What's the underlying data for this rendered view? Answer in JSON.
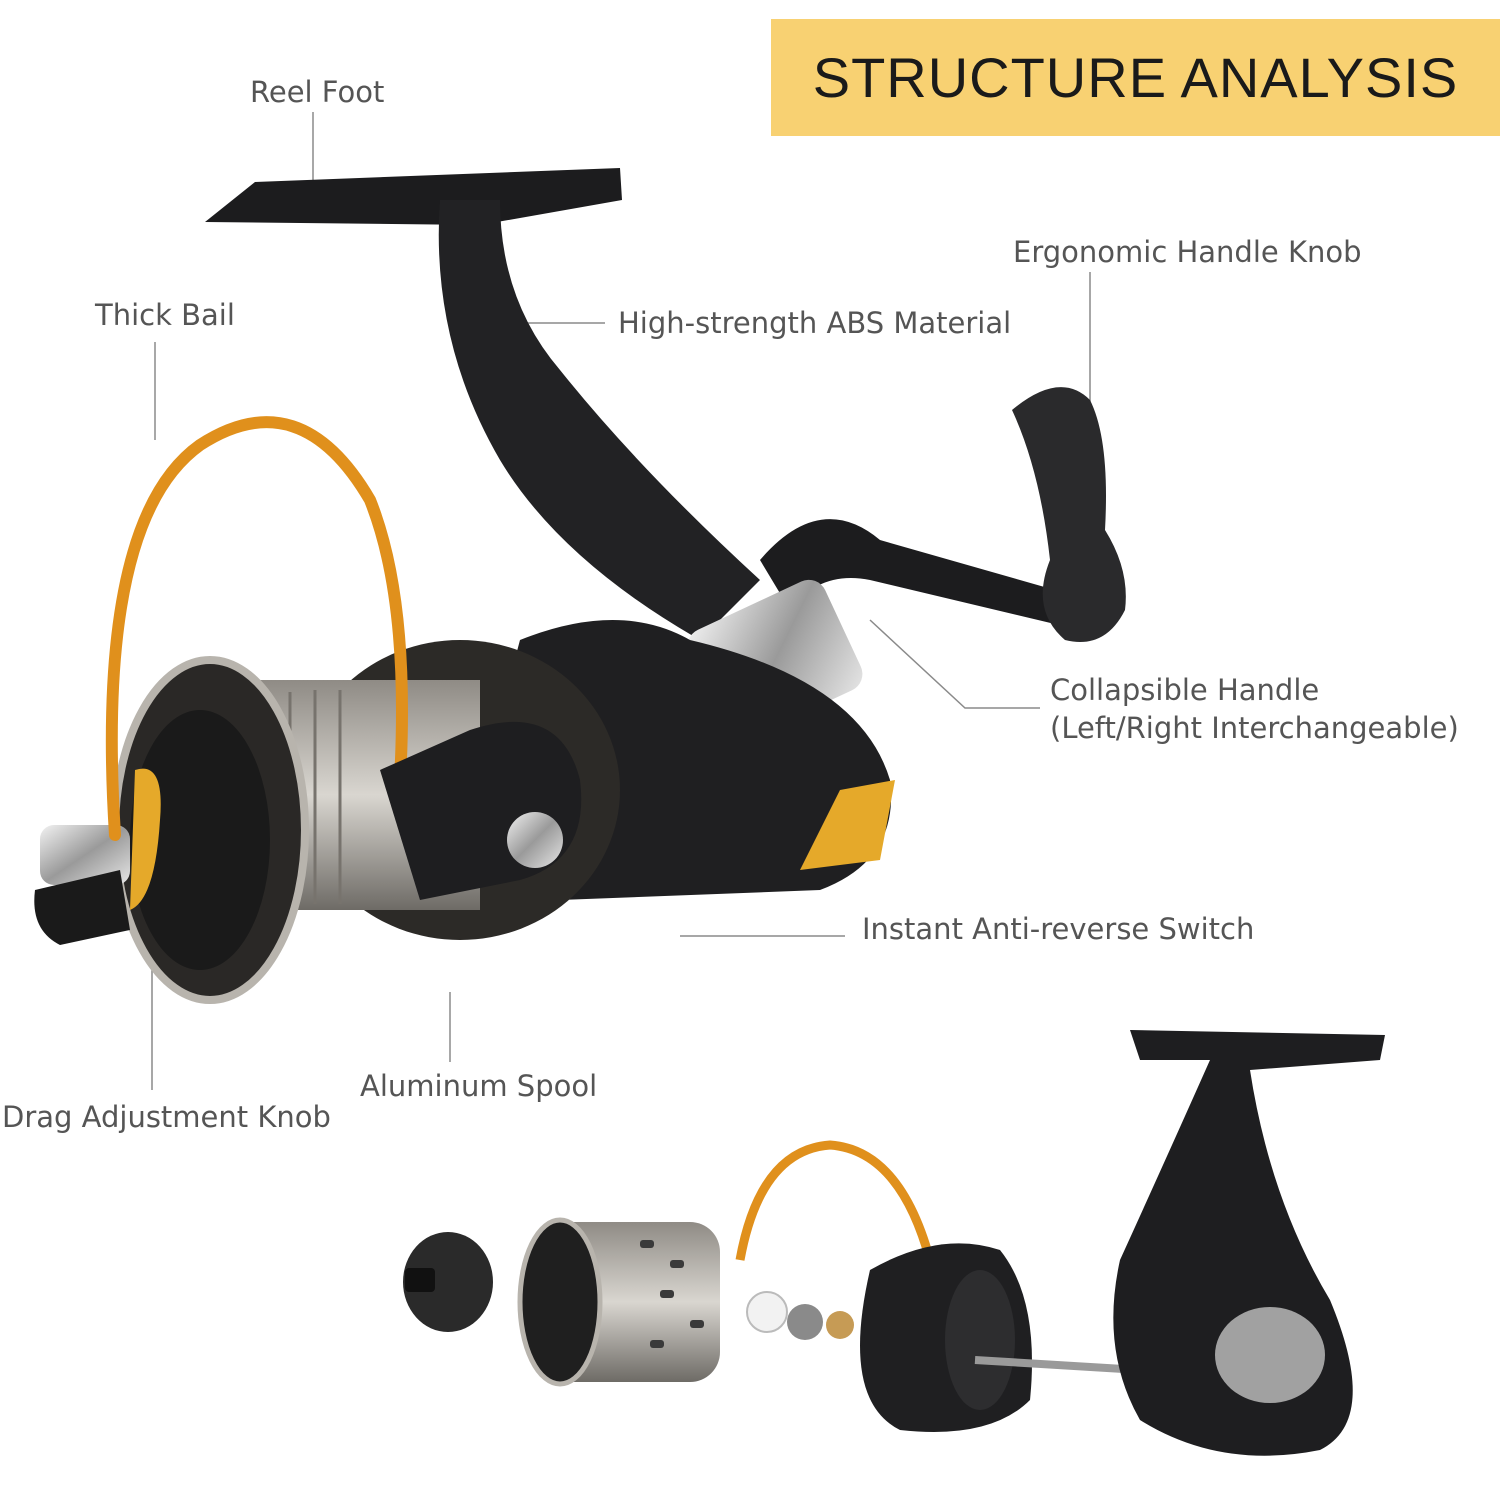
{
  "banner": {
    "title": "STRUCTURE ANALYSIS",
    "color": "#f8d172"
  },
  "labels": {
    "reel_foot": "Reel Foot",
    "ergonomic_handle_knob": "Ergonomic Handle Knob",
    "thick_bail": "Thick Bail",
    "abs_material": "High-strength ABS Material",
    "collapsible_handle_line1": "Collapsible Handle",
    "collapsible_handle_line2": "(Left/Right Interchangeable)",
    "anti_reverse_switch": "Instant Anti-reverse Switch",
    "aluminum_spool": "Aluminum Spool",
    "drag_knob": "Drag Adjustment Knob"
  },
  "colors": {
    "body": "#1c1c1e",
    "bail": "#e0901c",
    "spool": "#a9a6a0",
    "accent_gold": "#e5a92a",
    "line_color": "#8a8a8a"
  }
}
